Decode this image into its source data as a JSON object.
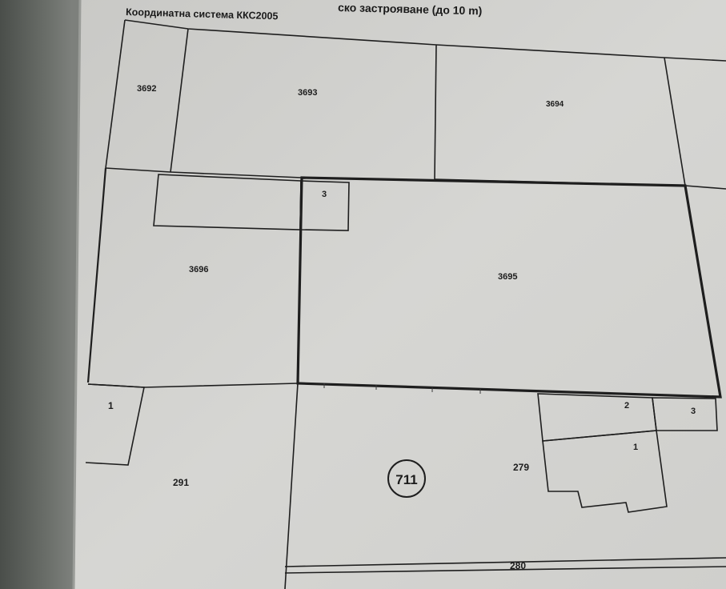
{
  "header": {
    "title_fragment": "ско застрояване (до 10 m)",
    "coordinate_system": "Координатна система ККС2005"
  },
  "parcels": {
    "p3692": "3692",
    "p3693": "3693",
    "p3694": "3694",
    "p3695": "3695",
    "p3696": "3696",
    "p291": "291",
    "p279": "279",
    "p280": "280",
    "b3_top": "3",
    "b1_left": "1",
    "b2_right": "2",
    "b3_right": "3",
    "b1_right": "1"
  },
  "block": {
    "number": "711"
  }
}
